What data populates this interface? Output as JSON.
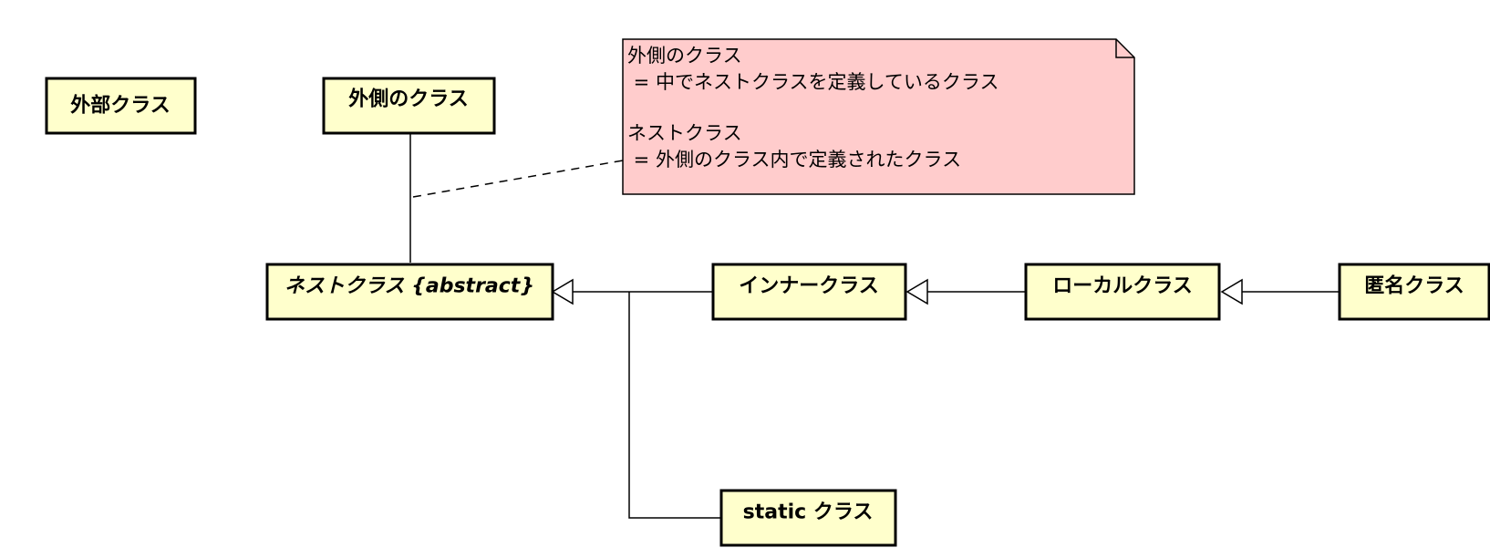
{
  "diagram": {
    "classes": {
      "external": "外部クラス",
      "outer": "外側のクラス",
      "nested": "ネストクラス {abstract}",
      "inner": "インナークラス",
      "local": "ローカルクラス",
      "anonymous": "匿名クラス",
      "static": "static クラス"
    },
    "note": {
      "line1": "外側のクラス",
      "line2": " = 中でネストクラスを定義しているクラス",
      "line3": "ネストクラス",
      "line4": " = 外側のクラス内で定義されたクラス"
    },
    "colors": {
      "class_fill": "#ffffcc",
      "note_fill": "#ffcccc",
      "stroke": "#000000"
    }
  }
}
